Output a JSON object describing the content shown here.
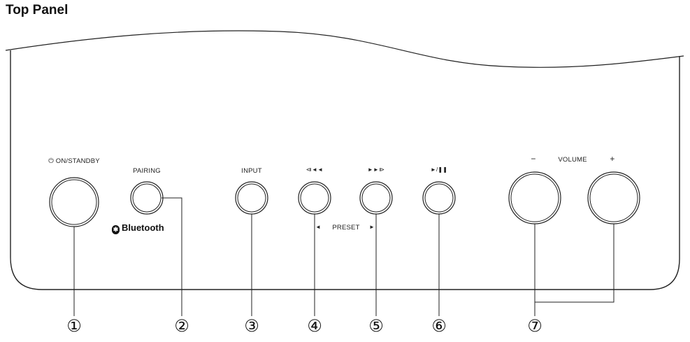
{
  "title": "Top Panel",
  "labels": {
    "on_standby": "⏻ ON/STANDBY",
    "pairing": "PAIRING",
    "bluetooth": "Bluetooth",
    "input": "INPUT",
    "prev": "⧏◄◄",
    "next": "►►⧐",
    "play_pause": "►/❚❚",
    "preset": "PRESET",
    "preset_left": "◄",
    "preset_right": "►",
    "volume": "VOLUME",
    "volume_minus": "−",
    "volume_plus": "+"
  },
  "callouts": [
    "①",
    "②",
    "③",
    "④",
    "⑤",
    "⑥",
    "⑦"
  ],
  "icons": {
    "bluetooth": "bluetooth-icon",
    "power": "power-icon"
  }
}
